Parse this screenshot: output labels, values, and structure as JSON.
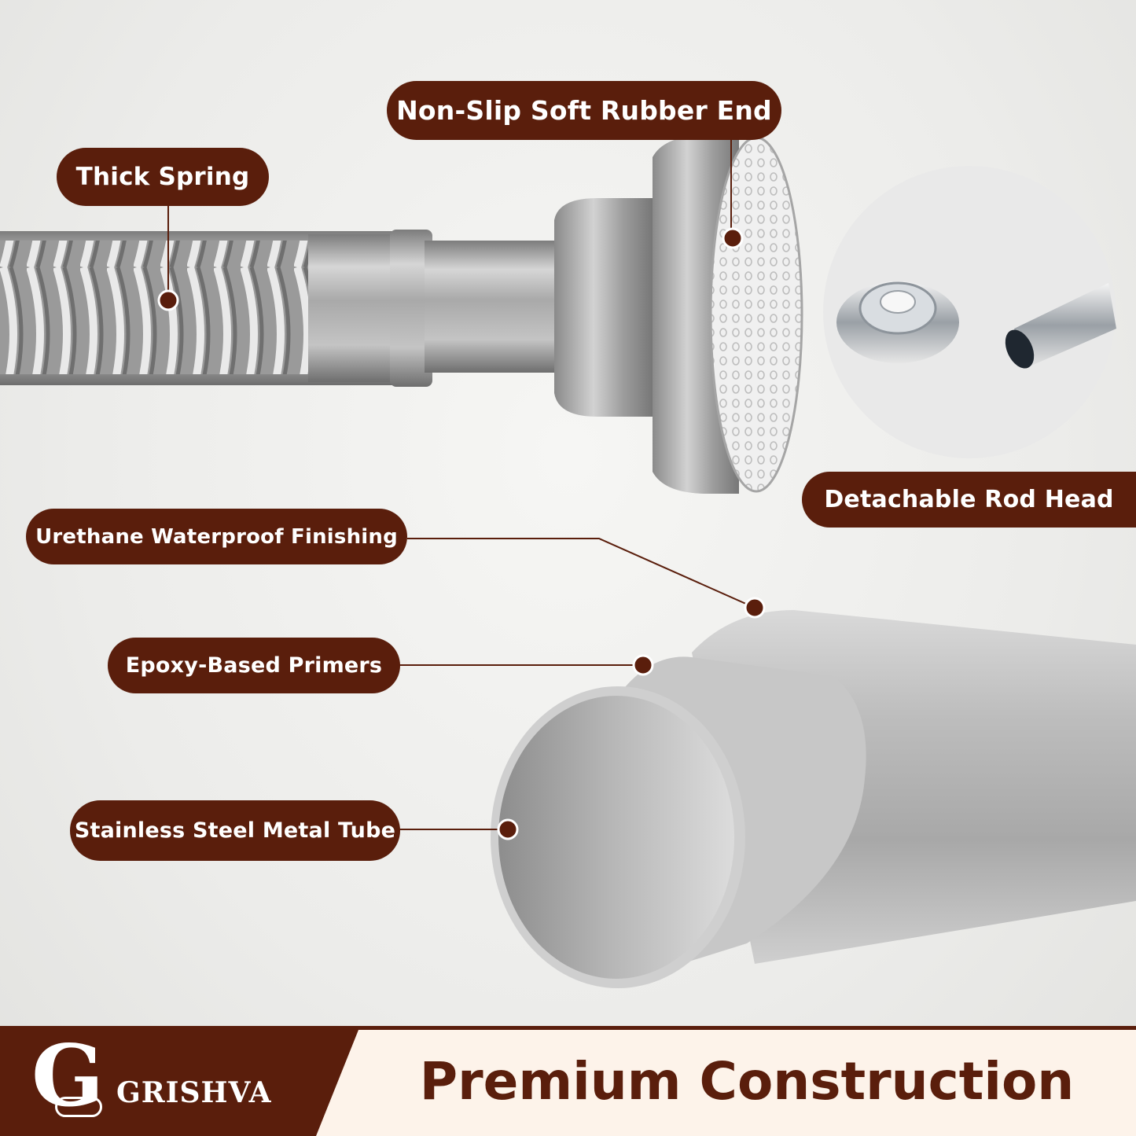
{
  "labels": {
    "thick_spring": "Thick Spring",
    "rubber_end": "Non-Slip Soft Rubber End",
    "rod_head": "Detachable Rod Head",
    "urethane": "Urethane Waterproof Finishing",
    "epoxy": "Epoxy-Based Primers",
    "stainless": "Stainless Steel Metal Tube"
  },
  "footer": {
    "brand_name": "GRISHVA",
    "brand_letter": "G",
    "title": "Premium Construction"
  },
  "colors": {
    "accent": "#5a1e0c",
    "footer_background": "#fdf3ea",
    "label_text": "#ffffff"
  }
}
